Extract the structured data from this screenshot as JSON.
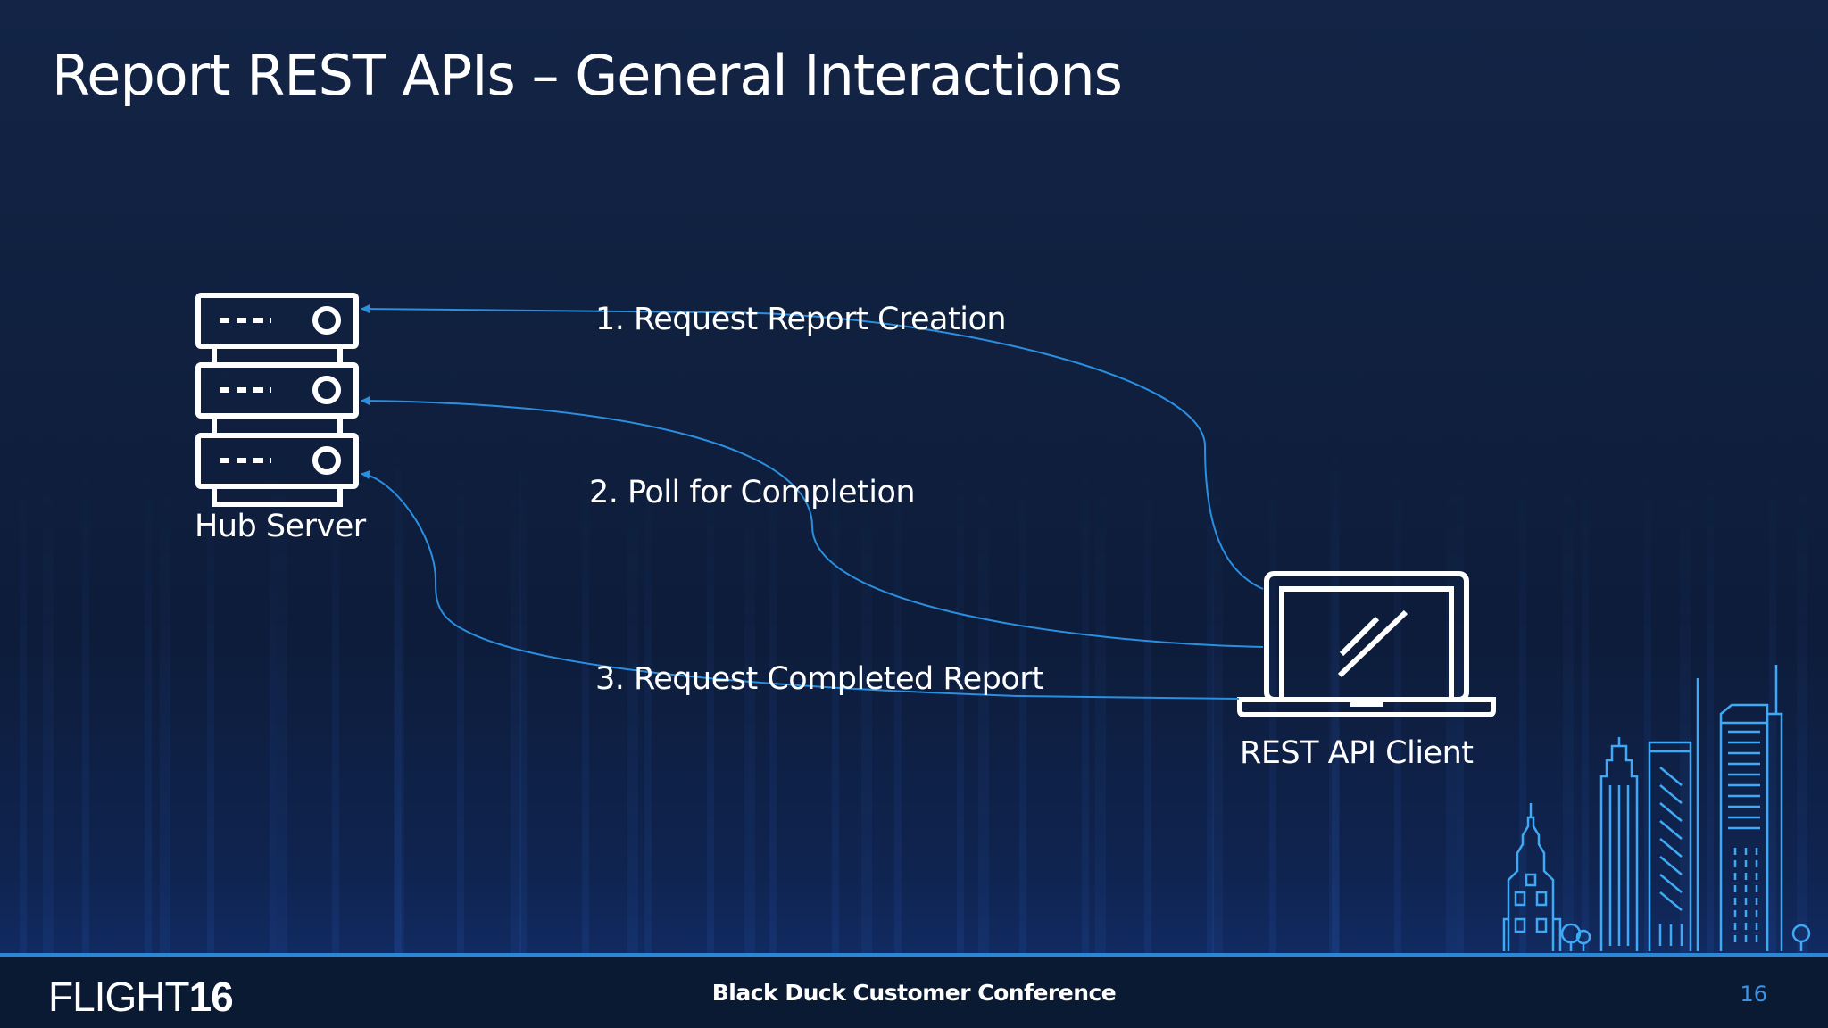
{
  "slide": {
    "title": "Report REST APIs – General Interactions"
  },
  "nodes": {
    "server": {
      "label": "Hub Server",
      "icon": "server-stack-icon"
    },
    "client": {
      "label": "REST API Client",
      "icon": "laptop-icon"
    }
  },
  "steps": [
    {
      "label": "1. Request Report Creation"
    },
    {
      "label": "2. Poll for Completion"
    },
    {
      "label": "3. Request Completed Report"
    }
  ],
  "footer": {
    "logo_text": "FLIGHT",
    "logo_number": "16",
    "conference": "Black Duck Customer Conference",
    "page_number": "16"
  },
  "colors": {
    "background": "#0f1f3d",
    "connector": "#2b8fe0",
    "text": "#ffffff",
    "accent": "#3a93e6"
  }
}
